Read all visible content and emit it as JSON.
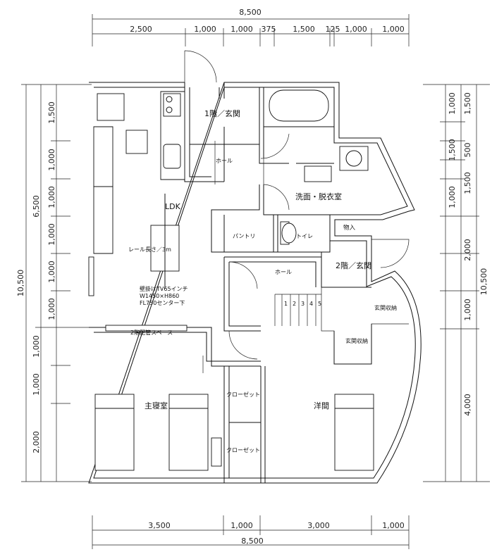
{
  "dimensions": {
    "top_total": "8,500",
    "top_segments": [
      "2,500",
      "1,000",
      "1,000",
      "375",
      "1,500",
      "125",
      "1,000",
      "1,000"
    ],
    "bottom_total": "8,500",
    "bottom_segments": [
      "3,500",
      "1,000",
      "3,000",
      "1,000"
    ],
    "left_total": "10,500",
    "left_mid": "6,500",
    "left_segments_upper": [
      "1,500",
      "1,000",
      "1,000",
      "1,000",
      "1,000",
      "1,000"
    ],
    "left_segments_lower": [
      "1,000",
      "1,000",
      "2,000"
    ],
    "right_total": "10,500",
    "right_segments_upper": [
      "1,000",
      "1,500",
      "500",
      "1,500",
      "1,000"
    ],
    "right_segments_lower": [
      "2,000",
      "1,000",
      "4,000"
    ]
  },
  "rooms": {
    "entrance1": "1階／玄関",
    "hall1": "ホール",
    "ldk": "LDK",
    "rail": "レール長さ／3m",
    "tv_line1": "壁掛けTV65インチ",
    "tv_line2": "W1450×H860",
    "tv_line3": "FL750センター下",
    "wash": "洗面・脱衣室",
    "storage": "物入",
    "pantry": "パントリ",
    "toilet": "トイレ",
    "entrance2": "2階／玄関",
    "hall2": "ホール",
    "stair_steps": [
      "1",
      "2",
      "3",
      "4",
      "5"
    ],
    "shoe1": "玄関収納",
    "shoe2": "玄関収納",
    "pipe": "2階配管スペース",
    "master": "主寝室",
    "closet1": "クローゼット",
    "closet2": "クローゼット",
    "western": "洋間"
  }
}
